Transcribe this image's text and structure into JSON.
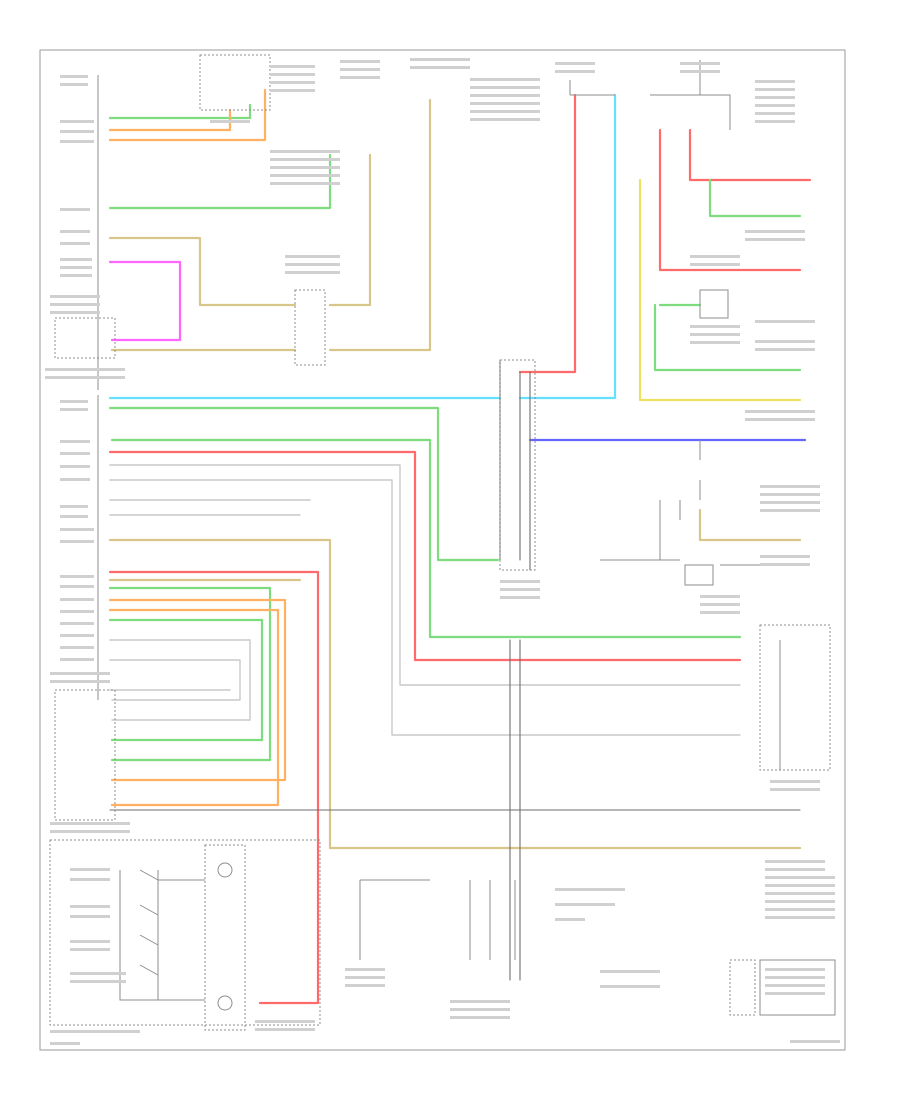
{
  "diagram": {
    "type": "automotive-wiring-schematic",
    "footer_left": "",
    "footer_right": "",
    "wire_colors": {
      "green": "#7ddc7d",
      "orange": "#ffb060",
      "tan": "#d8c58a",
      "magenta": "#ff66ff",
      "cyan": "#66e0ff",
      "red": "#ff6b6b",
      "blue": "#6666ff",
      "yellow": "#f0e060",
      "gray": "#c9c9c9",
      "black": "#6e6e6e"
    },
    "wires": [
      {
        "name": "wire-green-top-1",
        "color": "green"
      },
      {
        "name": "wire-orange-top-1",
        "color": "orange"
      },
      {
        "name": "wire-orange-top-2",
        "color": "orange"
      },
      {
        "name": "wire-green-top-2",
        "color": "green"
      },
      {
        "name": "wire-tan-top",
        "color": "tan"
      },
      {
        "name": "wire-magenta-top",
        "color": "magenta"
      },
      {
        "name": "wire-cyan-main",
        "color": "cyan"
      },
      {
        "name": "wire-green-main",
        "color": "green"
      },
      {
        "name": "wire-red-main",
        "color": "red"
      },
      {
        "name": "wire-blue-main",
        "color": "blue"
      },
      {
        "name": "wire-yellow-right",
        "color": "yellow"
      },
      {
        "name": "wire-red-right",
        "color": "red"
      },
      {
        "name": "wire-green-right",
        "color": "green"
      },
      {
        "name": "wire-tan-lower",
        "color": "tan"
      },
      {
        "name": "wire-green-lower",
        "color": "green"
      },
      {
        "name": "wire-orange-lower",
        "color": "orange"
      },
      {
        "name": "wire-red-lower",
        "color": "red"
      },
      {
        "name": "wire-gray-1",
        "color": "gray"
      },
      {
        "name": "wire-gray-2",
        "color": "gray"
      },
      {
        "name": "wire-black-1",
        "color": "black"
      }
    ]
  }
}
